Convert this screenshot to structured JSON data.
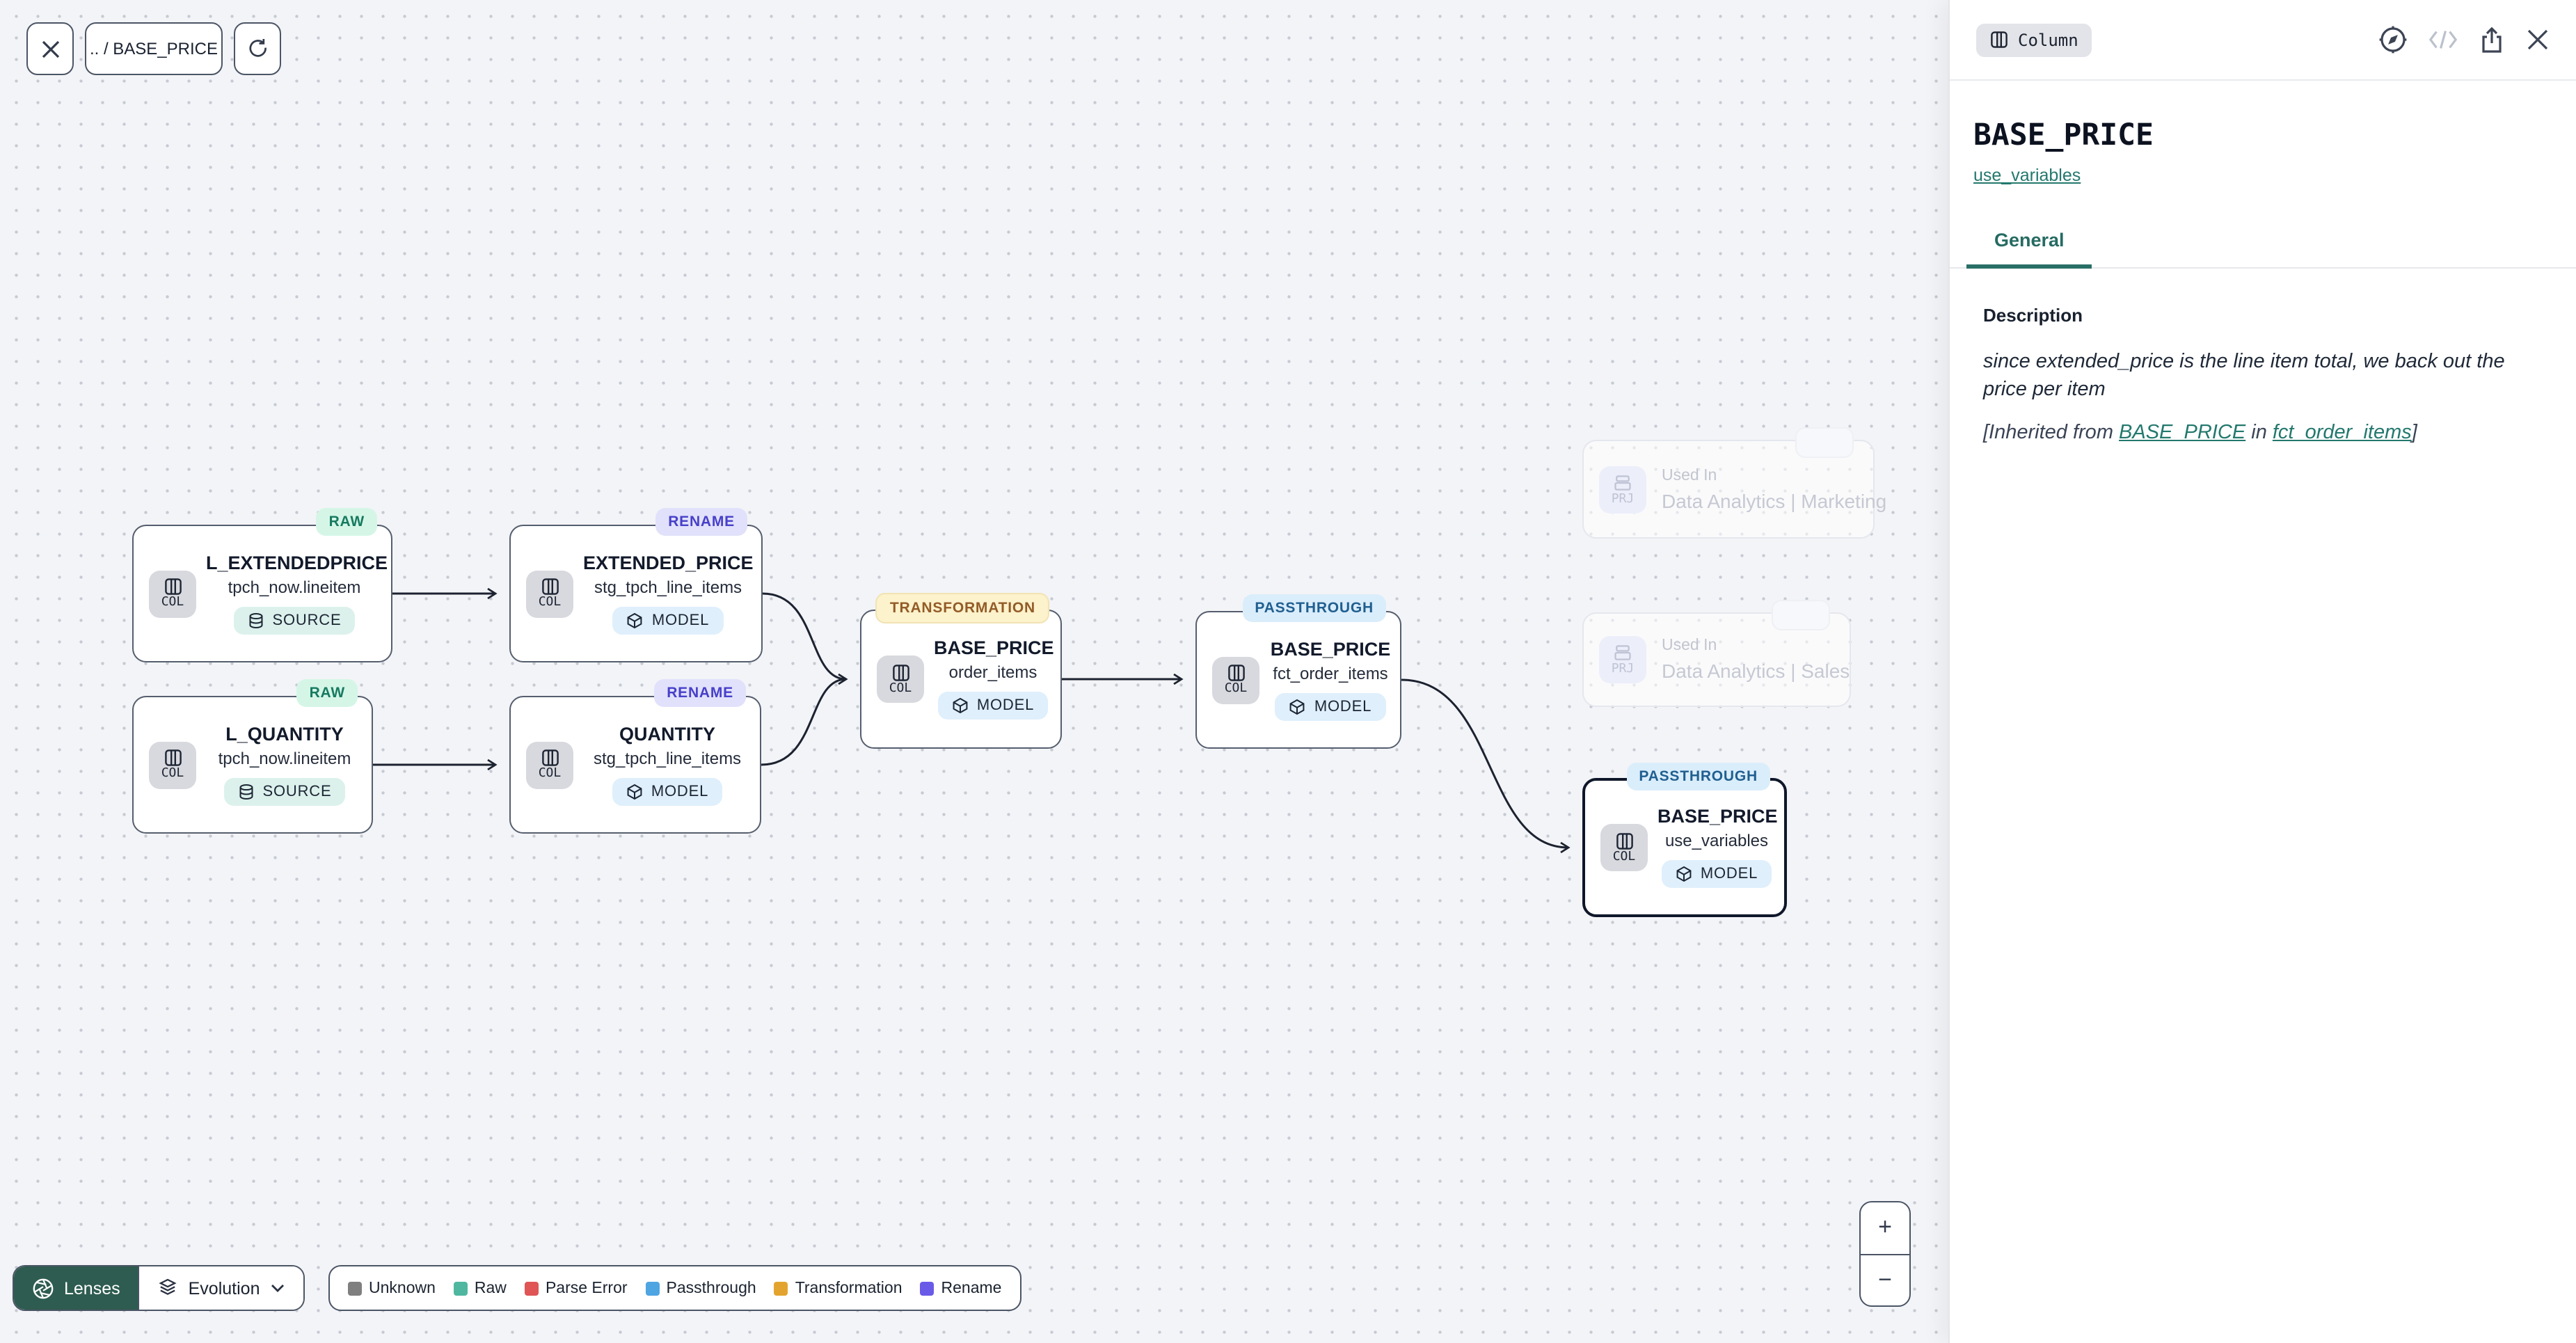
{
  "toolbar": {
    "close": "✕",
    "breadcrumb": ".. / BASE_PRICE"
  },
  "graph": {
    "nodes": [
      {
        "badge": "RAW",
        "title": "L_EXTENDEDPRICE",
        "subtitle": "tpch_now.lineitem",
        "kind": "SOURCE",
        "chip": "COL"
      },
      {
        "badge": "RAW",
        "title": "L_QUANTITY",
        "subtitle": "tpch_now.lineitem",
        "kind": "SOURCE",
        "chip": "COL"
      },
      {
        "badge": "RENAME",
        "title": "EXTENDED_PRICE",
        "subtitle": "stg_tpch_line_items",
        "kind": "MODEL",
        "chip": "COL"
      },
      {
        "badge": "RENAME",
        "title": "QUANTITY",
        "subtitle": "stg_tpch_line_items",
        "kind": "MODEL",
        "chip": "COL"
      },
      {
        "badge": "TRANSFORMATION",
        "title": "BASE_PRICE",
        "subtitle": "order_items",
        "kind": "MODEL",
        "chip": "COL"
      },
      {
        "badge": "PASSTHROUGH",
        "title": "BASE_PRICE",
        "subtitle": "fct_order_items",
        "kind": "MODEL",
        "chip": "COL"
      },
      {
        "badge": "PASSTHROUGH",
        "title": "BASE_PRICE",
        "subtitle": "use_variables",
        "kind": "MODEL",
        "chip": "COL",
        "selected": true
      }
    ],
    "used_in": [
      {
        "label": "Used In",
        "name": "Data Analytics | Marketing",
        "chip": "PRJ"
      },
      {
        "label": "Used In",
        "name": "Data Analytics | Sales",
        "chip": "PRJ"
      }
    ]
  },
  "lenses": {
    "label": "Lenses",
    "mode": "Evolution"
  },
  "legend": {
    "items": [
      {
        "label": "Unknown",
        "color": "#7f7f7f"
      },
      {
        "label": "Raw",
        "color": "#4fb79f"
      },
      {
        "label": "Parse Error",
        "color": "#e05555"
      },
      {
        "label": "Passthrough",
        "color": "#4fa5e2"
      },
      {
        "label": "Transformation",
        "color": "#e3a42f"
      },
      {
        "label": "Rename",
        "color": "#6a5ae8"
      }
    ]
  },
  "zoom_controls": {
    "zoom_in": "+",
    "zoom_out": "−"
  },
  "panel": {
    "type_badge": "Column",
    "code_icon_label": "</>",
    "title": "BASE_PRICE",
    "model_link": "use_variables",
    "tabs": [
      {
        "label": "General"
      }
    ],
    "description": {
      "label": "Description",
      "text": "since extended_price is the line item total, we back out the price per item",
      "inherited_prefix": "[Inherited from ",
      "inherited_link_column": "BASE_PRICE",
      "inherited_mid": " in ",
      "inherited_link_model": "fct_order_items",
      "inherited_suffix": "]"
    }
  }
}
